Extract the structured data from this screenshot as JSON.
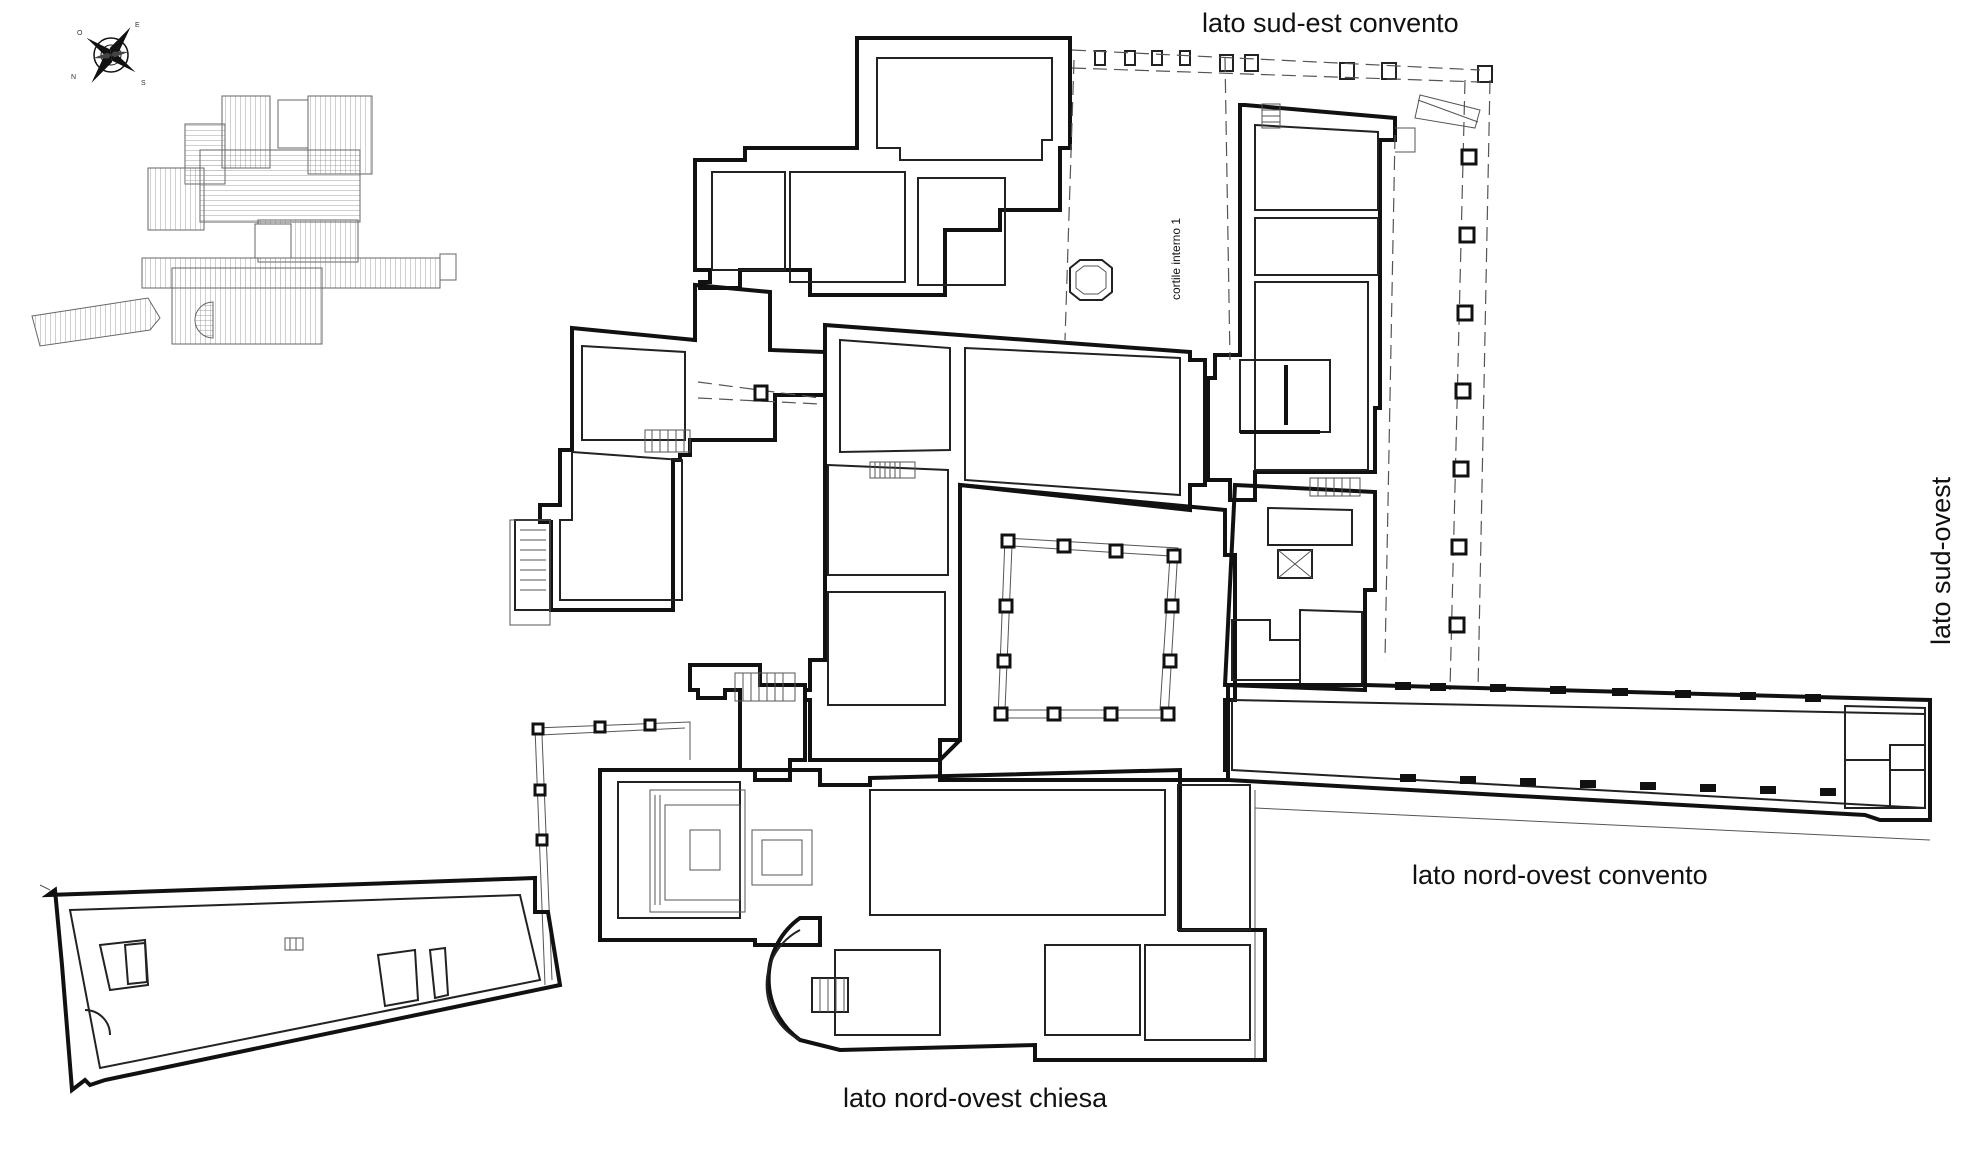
{
  "labels": {
    "south_east_convent": "lato sud-est convento",
    "north_west_convent": "lato nord-ovest convento",
    "north_west_church": "lato nord-ovest chiesa",
    "south_west": "lato sud-ovest",
    "inner_courtyard": "cortile interno 1"
  },
  "compass": {
    "letters": [
      "N",
      "S",
      "E",
      "O"
    ]
  },
  "icons": [
    "compass-rose-icon",
    "roof-plan-thumbnail"
  ],
  "colors": {
    "ink": "#111111",
    "paper": "#ffffff",
    "roof_fill": "#ececec"
  }
}
